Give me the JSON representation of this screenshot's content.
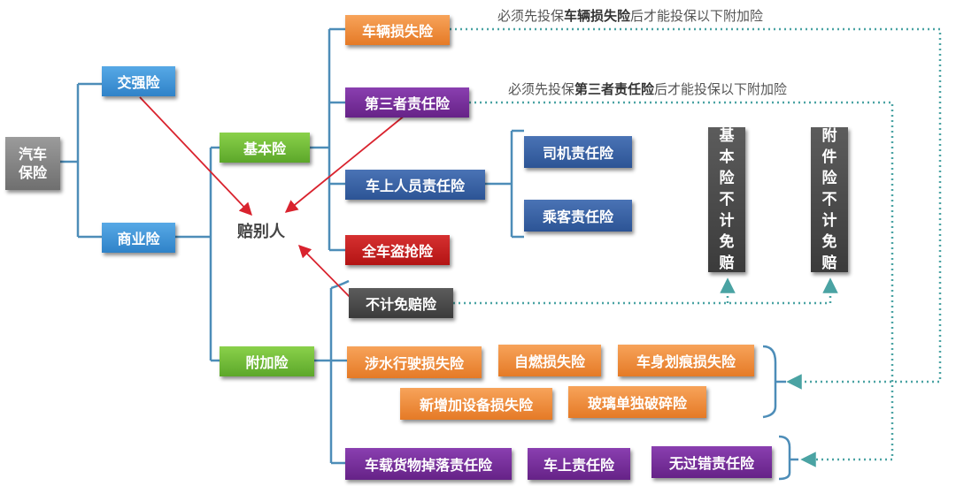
{
  "root": {
    "label": "汽车\n保险"
  },
  "top_level": {
    "compulsory": "交强险",
    "commercial": "商业险"
  },
  "commercial_groups": {
    "basic": "基本险",
    "additional": "附加险"
  },
  "basic_items": {
    "vehicle_loss": "车辆损失险",
    "third_party": "第三者责任险",
    "onboard_personnel": "车上人员责任险",
    "theft": "全车盗抢险"
  },
  "onboard_sub": {
    "driver": "司机责任险",
    "passenger": "乘客责任险"
  },
  "additional_items": {
    "non_deductible": "不计免赔险",
    "row1": [
      "涉水行驶损失险",
      "自燃损失险",
      "车身划痕损失险"
    ],
    "row2": [
      "新增加设备损失险",
      "玻璃单独破碎险"
    ],
    "row3": [
      "车载货物掉落责任险",
      "车上责任险",
      "无过错责任险"
    ]
  },
  "center_label": "赔别人",
  "notes": {
    "note1": {
      "prefix": "必须先投保",
      "bold": "车辆损失险",
      "suffix": "后才能投保以下附加险"
    },
    "note2": {
      "prefix": "必须先投保",
      "bold": "第三者责任险",
      "suffix": "后才能投保以下附加险"
    }
  },
  "vertical_boxes": {
    "basic_non_deductible": [
      "基",
      "本",
      "险",
      "不",
      "计",
      "免",
      "赔"
    ],
    "additional_non_deductible": [
      "附",
      "件",
      "险",
      "不",
      "计",
      "免",
      "赔"
    ]
  },
  "colors": {
    "tree_line": "#4d8db8",
    "dotted_line": "#4aa3a3",
    "arrow": "#d9232e"
  }
}
